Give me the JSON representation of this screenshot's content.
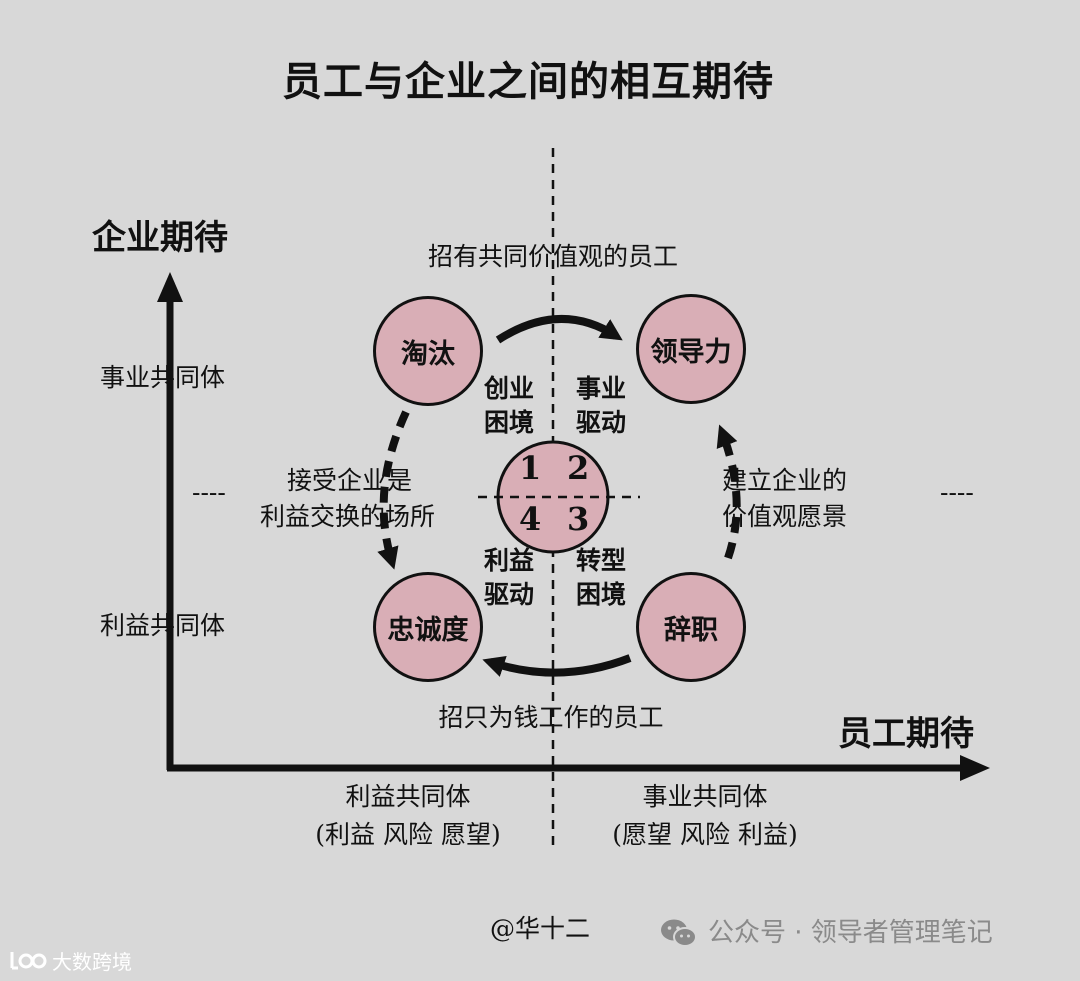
{
  "title": "员工与企业之间的相互期待",
  "y_axis": {
    "title": "企业期待",
    "upper_label": "事业共同体",
    "lower_label": "利益共同体",
    "left_dash": "----",
    "right_dash": "----"
  },
  "x_axis": {
    "title": "员工期待",
    "left_label_line1": "利益共同体",
    "left_label_line2": "(利益  风险  愿望)",
    "right_label_line1": "事业共同体",
    "right_label_line2": "(愿望  风险  利益)"
  },
  "nodes": {
    "top_left": "淘汰",
    "top_right": "领导力",
    "bottom_left": "忠诚度",
    "bottom_right": "辞职"
  },
  "arrows": {
    "top": "招有共同价值观的员工",
    "bottom": "招只为钱工作的员工",
    "left_line1": "接受企业是",
    "left_line2": "利益交换的场所",
    "right_line1": "建立企业的",
    "right_line2": "价值观愿景"
  },
  "quadrants": {
    "q1_line1": "创业",
    "q1_line2": "困境",
    "q2_line1": "事业",
    "q2_line2": "驱动",
    "q3_line1": "转型",
    "q3_line2": "困境",
    "q4_line1": "利益",
    "q4_line2": "驱动",
    "n1": "1",
    "n2": "2",
    "n3": "3",
    "n4": "4"
  },
  "footer": {
    "author": "@华十二",
    "wechat": "公众号 · 领导者管理笔记",
    "watermark": "大数跨境"
  }
}
